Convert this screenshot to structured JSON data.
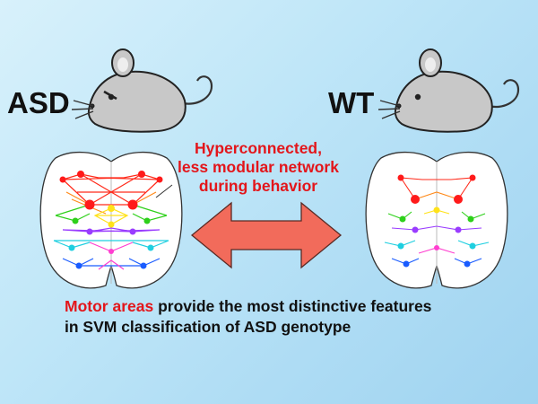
{
  "labels": {
    "asd": "ASD",
    "wt": "WT"
  },
  "annotation": {
    "line1": "Hyperconnected,",
    "line2": "less modular network",
    "line3": "during behavior"
  },
  "caption": {
    "highlight": "Motor areas",
    "line1_rest": " provide the most distinctive features",
    "line2": "in SVM classification of ASD genotype"
  },
  "colors": {
    "highlight_red": "#e3161b",
    "arrow_fill": "#f26b5b",
    "mouse_fill": "#c8c8c8"
  }
}
